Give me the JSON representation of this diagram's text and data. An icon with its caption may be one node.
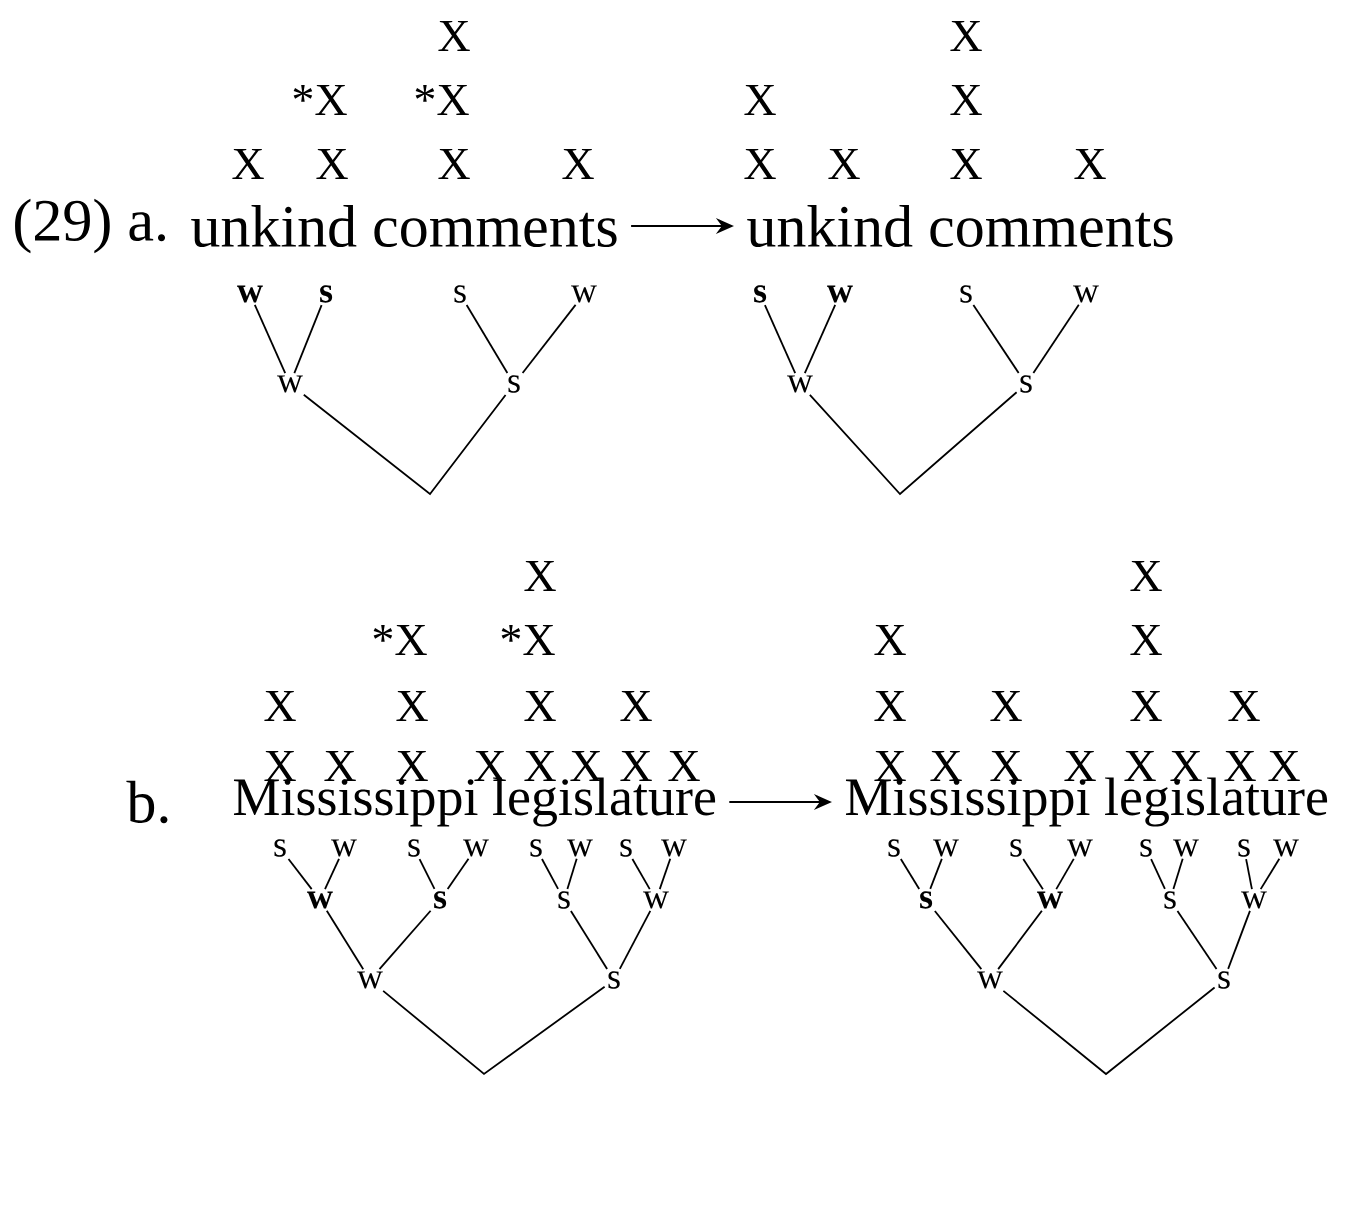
{
  "diagram": {
    "nodes": [
      {
        "text": [
          "unkind comments"
        ]
      },
      {
        "text": [
          "unkind comments"
        ]
      },
      {
        "text": [
          "w"
        ]
      },
      {
        "text": [
          "s"
        ]
      },
      {
        "text": [
          "s"
        ]
      },
      {
        "text": [
          "w"
        ]
      },
      {
        "text": [
          "w"
        ]
      },
      {
        "text": [
          "s"
        ]
      },
      {
        "text": [
          "s"
        ]
      },
      {
        "text": [
          "w"
        ]
      },
      {
        "text": [
          "s"
        ]
      },
      {
        "text": [
          "w"
        ]
      },
      {
        "text": [
          "w"
        ]
      },
      {
        "text": [
          "s"
        ]
      },
      {
        "text": [
          "Mississippi legislature"
        ]
      },
      {
        "text": [
          "Mississippi legislature"
        ]
      },
      {
        "text": [
          "s"
        ]
      },
      {
        "text": [
          "w"
        ]
      },
      {
        "text": [
          "s"
        ]
      },
      {
        "text": [
          "w"
        ]
      },
      {
        "text": [
          "s"
        ]
      },
      {
        "text": [
          "w"
        ]
      },
      {
        "text": [
          "s"
        ]
      },
      {
        "text": [
          "w"
        ]
      },
      {
        "text": [
          "w"
        ]
      },
      {
        "text": [
          "s"
        ]
      },
      {
        "text": [
          "s"
        ]
      },
      {
        "text": [
          "w"
        ]
      },
      {
        "text": [
          "w"
        ]
      },
      {
        "text": [
          "s"
        ]
      },
      {
        "text": [
          "s"
        ]
      },
      {
        "text": [
          "w"
        ]
      },
      {
        "text": [
          "s"
        ]
      },
      {
        "text": [
          "w"
        ]
      },
      {
        "text": [
          "s"
        ]
      },
      {
        "text": [
          "w"
        ]
      },
      {
        "text": [
          "s"
        ]
      },
      {
        "text": [
          "w"
        ]
      },
      {
        "text": [
          "s"
        ]
      },
      {
        "text": [
          "w"
        ]
      },
      {
        "text": [
          "s"
        ]
      },
      {
        "text": [
          "w"
        ]
      },
      {
        "text": [
          "w"
        ]
      },
      {
        "text": [
          "s"
        ]
      }
    ],
    "edges": [
      {
        "from": 0,
        "to": 1,
        "arrow": "to"
      },
      {
        "from": 2,
        "to": 6,
        "arrow": "none"
      },
      {
        "from": 3,
        "to": 6,
        "arrow": "none"
      },
      {
        "from": 4,
        "to": 7,
        "arrow": "none"
      },
      {
        "from": 5,
        "to": 7,
        "arrow": "none"
      },
      {
        "from": 6,
        "to": 7,
        "arrow": "none"
      },
      {
        "from": 8,
        "to": 12,
        "arrow": "none"
      },
      {
        "from": 9,
        "to": 12,
        "arrow": "none"
      },
      {
        "from": 10,
        "to": 13,
        "arrow": "none"
      },
      {
        "from": 11,
        "to": 13,
        "arrow": "none"
      },
      {
        "from": 12,
        "to": 13,
        "arrow": "none"
      },
      {
        "from": 14,
        "to": 15,
        "arrow": "to"
      },
      {
        "from": 16,
        "to": 24,
        "arrow": "none"
      },
      {
        "from": 17,
        "to": 24,
        "arrow": "none"
      },
      {
        "from": 18,
        "to": 25,
        "arrow": "none"
      },
      {
        "from": 19,
        "to": 25,
        "arrow": "none"
      },
      {
        "from": 20,
        "to": 26,
        "arrow": "none"
      },
      {
        "from": 21,
        "to": 26,
        "arrow": "none"
      },
      {
        "from": 22,
        "to": 27,
        "arrow": "none"
      },
      {
        "from": 23,
        "to": 27,
        "arrow": "none"
      },
      {
        "from": 24,
        "to": 28,
        "arrow": "none"
      },
      {
        "from": 25,
        "to": 28,
        "arrow": "none"
      },
      {
        "from": 26,
        "to": 29,
        "arrow": "none"
      },
      {
        "from": 27,
        "to": 29,
        "arrow": "none"
      },
      {
        "from": 28,
        "to": 29,
        "arrow": "none"
      },
      {
        "from": 30,
        "to": 38,
        "arrow": "none"
      },
      {
        "from": 31,
        "to": 38,
        "arrow": "none"
      },
      {
        "from": 32,
        "to": 39,
        "arrow": "none"
      },
      {
        "from": 33,
        "to": 39,
        "arrow": "none"
      },
      {
        "from": 34,
        "to": 40,
        "arrow": "none"
      },
      {
        "from": 35,
        "to": 40,
        "arrow": "none"
      },
      {
        "from": 36,
        "to": 41,
        "arrow": "none"
      },
      {
        "from": 37,
        "to": 41,
        "arrow": "none"
      },
      {
        "from": 38,
        "to": 42,
        "arrow": "none"
      },
      {
        "from": 39,
        "to": 42,
        "arrow": "none"
      },
      {
        "from": 40,
        "to": 43,
        "arrow": "none"
      },
      {
        "from": 41,
        "to": 43,
        "arrow": "none"
      },
      {
        "from": 42,
        "to": 43,
        "arrow": "none"
      }
    ],
    "labels": [
      "X",
      "X",
      "*X",
      "*X",
      "X",
      "X",
      "X",
      "X",
      "X",
      "X",
      "X",
      "X",
      "X",
      "X",
      "(29) a.",
      "X",
      "X",
      "*X",
      "*X",
      "X",
      "X",
      "X",
      "X",
      "X",
      "X",
      "X",
      "X",
      "X",
      "X",
      "X",
      "X",
      "X",
      "X",
      "X",
      "X",
      "X",
      "X",
      "X",
      "X",
      "X",
      "X",
      "X",
      "X",
      "X",
      "X",
      "b."
    ]
  }
}
